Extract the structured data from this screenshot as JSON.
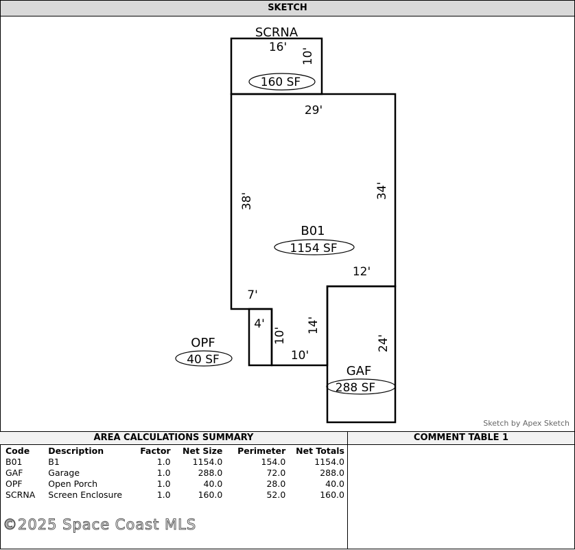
{
  "header": {
    "title": "SKETCH"
  },
  "sketch": {
    "credit": "Sketch by Apex Sketch",
    "areas": [
      {
        "code": "SCRNA",
        "area": "160 SF"
      },
      {
        "code": "B01",
        "area": "1154 SF"
      },
      {
        "code": "OPF",
        "area": "40 SF"
      },
      {
        "code": "GAF",
        "area": "288 SF"
      }
    ],
    "dimensions": [
      "16'",
      "10'",
      "29'",
      "38'",
      "34'",
      "12'",
      "7'",
      "4'",
      "10'",
      "14'",
      "10'",
      "24'"
    ]
  },
  "area_summary": {
    "title": "AREA CALCULATIONS SUMMARY",
    "columns": [
      "Code",
      "Description",
      "Factor",
      "Net Size",
      "Perimeter",
      "Net Totals"
    ],
    "rows": [
      [
        "B01",
        "B1",
        "1.0",
        "1154.0",
        "154.0",
        "1154.0"
      ],
      [
        "GAF",
        "Garage",
        "1.0",
        "288.0",
        "72.0",
        "288.0"
      ],
      [
        "OPF",
        "Open Porch",
        "1.0",
        "40.0",
        "28.0",
        "40.0"
      ],
      [
        "SCRNA",
        "Screen Enclosure",
        "1.0",
        "160.0",
        "52.0",
        "160.0"
      ]
    ]
  },
  "comment_table": {
    "title": "COMMENT TABLE 1"
  },
  "watermark": "©2025 Space Coast MLS"
}
